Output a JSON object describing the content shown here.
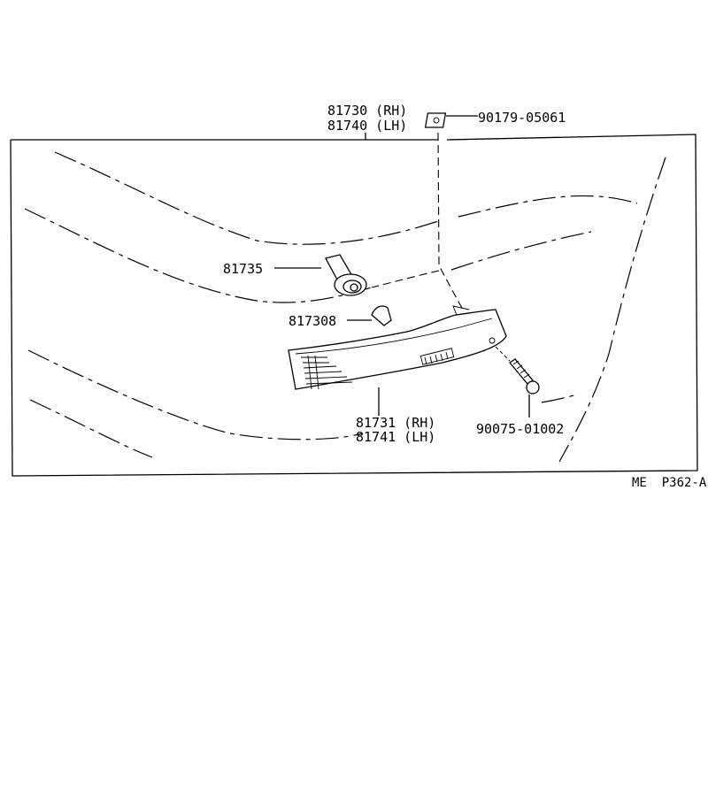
{
  "diagram": {
    "ref_code": "ME  P362-A",
    "colors": {
      "ink": "#000000",
      "paper": "#ffffff"
    },
    "parts": [
      {
        "key": "p81730",
        "lines": [
          "81730 (RH)",
          "81740 (LH)"
        ],
        "icon": "lamp-assembly-callout"
      },
      {
        "key": "p90179",
        "lines": [
          "90179-05061"
        ],
        "icon": "clip-nut-icon"
      },
      {
        "key": "p81735",
        "lines": [
          "81735"
        ],
        "icon": "bulb-socket-icon"
      },
      {
        "key": "p817308",
        "lines": [
          "817308"
        ],
        "icon": "wedge-bulb-icon"
      },
      {
        "key": "p81731",
        "lines": [
          "81731 (RH)",
          "81741 (LH)"
        ],
        "icon": "lens-housing-icon"
      },
      {
        "key": "p90075",
        "lines": [
          "90075-01002"
        ],
        "icon": "tapping-screw-icon"
      }
    ]
  }
}
